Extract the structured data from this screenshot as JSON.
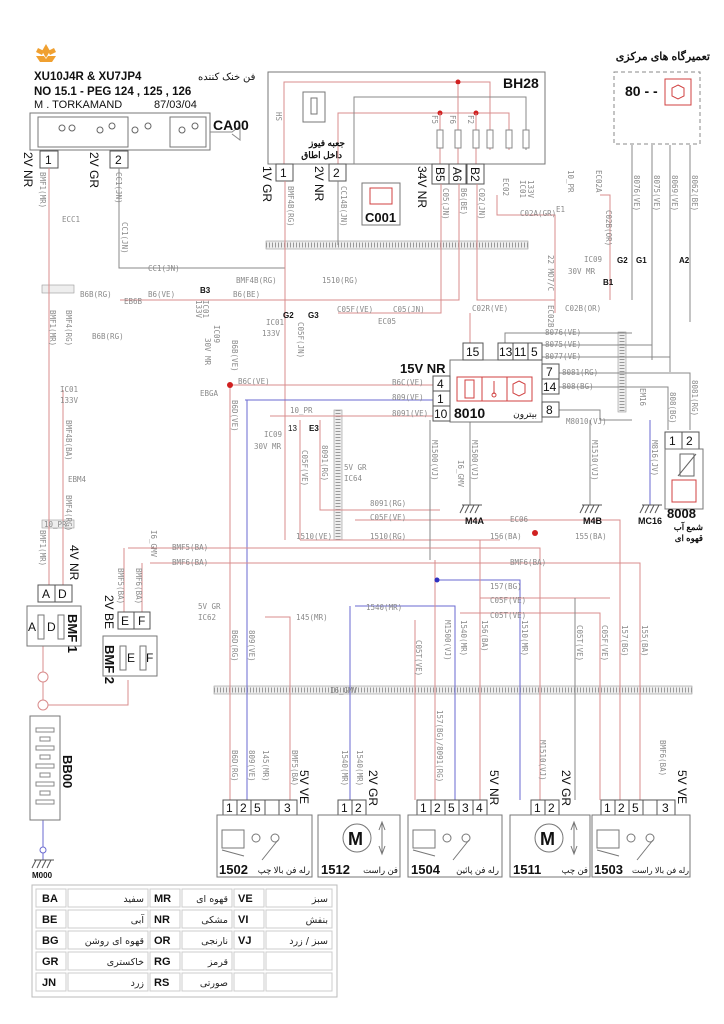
{
  "header": {
    "model": "XU10J4R & XU7JP4",
    "title_fa": "فن خنک کننده",
    "doc_line": "NO 15.1  -  PEG  124 , 125 , 126",
    "author": "M . TORKAMAND",
    "date": "87/03/04",
    "logo_color": "#f0a030"
  },
  "service": {
    "title_fa": "تعمیرگاه های مرکزی",
    "code": "80 - -"
  },
  "components": {
    "ca00": {
      "id": "CA00",
      "pin1": "1",
      "pin2": "2",
      "conn1": "2V NR",
      "conn2": "2V GR"
    },
    "bh28": {
      "id": "BH28",
      "label_fa_1": "جعبه فیوز",
      "label_fa_2": "داخل اطاق",
      "pin1": "1",
      "pin2": "2",
      "pinB5": "B5",
      "pinA6": "A6",
      "pinB2": "B2",
      "conn1": "1V GR",
      "conn2": "2V NR",
      "conn3": "34V NR",
      "fuse_f5": "F5",
      "fuse_f6": "F6",
      "fuse_f2": "F2",
      "hs": "HS"
    },
    "c001": {
      "id": "C001"
    },
    "u8010": {
      "id": "8010",
      "label_fa": "بیترون",
      "conn": "15V NR",
      "pins_left": [
        "4",
        "1",
        "10"
      ],
      "pins_top": [
        "15",
        "13",
        "11",
        "5"
      ],
      "pins_right": [
        "7",
        "14",
        "8"
      ]
    },
    "u8008": {
      "id": "8008",
      "label_fa_1": "شمع آب",
      "label_fa_2": "قهوه ای",
      "pin1": "1",
      "pin2": "2"
    },
    "bmf1": {
      "id": "BMF 1",
      "conn": "4V NR",
      "pinA": "A",
      "pinD": "D"
    },
    "bmf2": {
      "id": "BMF 2",
      "conn": "2V BE",
      "pinE": "E",
      "pinF": "F"
    },
    "bb00": {
      "id": "BB00"
    },
    "grounds": {
      "m000": "M000",
      "m4a": "M4A",
      "m4b": "M4B",
      "mc16": "MC16"
    },
    "r1502": {
      "id": "1502",
      "label_fa": "رله فن بالا چپ",
      "conn": "5V VE",
      "pins": [
        "1",
        "2",
        "5",
        "3"
      ]
    },
    "m1512": {
      "id": "1512",
      "label_fa": "فن راست",
      "conn": "2V GR",
      "pins": [
        "1",
        "2"
      ],
      "motor": "M"
    },
    "r1504": {
      "id": "1504",
      "label_fa": "رله فن پائین",
      "conn": "5V NR",
      "pins": [
        "1",
        "2",
        "5",
        "3",
        "4"
      ]
    },
    "m1511": {
      "id": "1511",
      "label_fa": "فن چپ",
      "conn": "2V GR",
      "pins": [
        "1",
        "2"
      ],
      "motor": "M"
    },
    "r1503": {
      "id": "1503",
      "label_fa": "رله فن بالا راست",
      "conn": "5V VE",
      "pins": [
        "1",
        "2",
        "5",
        "3"
      ]
    }
  },
  "wires": {
    "bmf1_mr_a": "BMF1(MR)",
    "cc1_jn_a": "CC1(JN)",
    "ecc1": "ECC1",
    "cc1_jn_b": "CC1(JN)",
    "bmf4b_rg_a": "BMF4B(RG)",
    "cc14b_jn": "CC14B(JN)",
    "c05_jn_a": "C05(JN)",
    "b6_be_a": "B6(BE)",
    "c02_jn": "C02(JN)",
    "ec02": "EC02",
    "ic01_a": "IC01",
    "v133_a": "133V",
    "c02a_gr": "C02A(GR)",
    "pr10_a": "10_PR",
    "ec02a": "EC02A",
    "w8076_a": "8076(VE)",
    "w8075_a": "8075(VE)",
    "w8069": "8069(VE)",
    "w8062": "8062(BE)",
    "ic09_a": "IC09",
    "v30mr_a": "30V MR",
    "g2": "G2",
    "g1": "G1",
    "a2": "A2",
    "b1": "B1",
    "e1": "E1",
    "c02b_or_a": "C02B(OR)",
    "c02r_ve": "C02R(VE)",
    "c02b_or_b": "C02B(OR)",
    "ec02b": "EC02B",
    "p2m07c_a": "22 MO7/C",
    "bmf4b_rg_b": "BMF4B(RG)",
    "w1510_rg_a": "1510(RG)",
    "b6_rg": "B6B(RG)",
    "b6_ve": "B6(VE)",
    "b6_be_b": "B6(BE)",
    "eb6b": "EB6B",
    "b3": "B3",
    "ic01_b": "IC01",
    "v133_b": "133V",
    "v30mr_b": "30V MR",
    "ic09_b": "IC09",
    "b6b_rg": "B6B(RG)",
    "ic01_c": "IC01",
    "v133_c": "133V",
    "g2b": "G2",
    "g3": "G3",
    "c05f_ve_a": "C05F(VE)",
    "c05_jn_b": "C05(JN)",
    "ec05": "EC05",
    "c05f_jn": "C05F(JN)",
    "b6b_ve": "B6B(VE)",
    "ebga": "EBGA",
    "b6c_ve_a": "B6C(VE)",
    "b6d_ve": "B6D(VE)",
    "w8076_b": "8076(VE)",
    "w8075_b": "8075(VE)",
    "w8077": "8077(VE)",
    "w8081_a": "8081(RG)",
    "w808_a": "808(BG)",
    "m8010": "M8010(VJ)",
    "b6c_ve_b": "B6C(VE)",
    "w809_ve_a": "809(VE)",
    "w8091_ve": "8091(VE)",
    "em16": "EM16",
    "w808_b": "808(BG)",
    "w8081_b": "8081(RG)",
    "pr10_b": "10_PR",
    "ic09_c": "IC09",
    "v30mr_c": "30V MR",
    "e3": "E3",
    "n13": "13",
    "c05f_ve_b": "C05F(VE)",
    "w8091_rg_a": "8091(RG)",
    "ic01_d": "IC01",
    "v133_d": "133V",
    "ebm4": "EBM4",
    "bmf4b_ba": "BMF4B(BA)",
    "bmf4_rg": "BMF4(RG)",
    "pr10_c": "10_PR",
    "ic64": "IC64",
    "v5gr_a": "5V GR",
    "m1500_a": "M1500(VJ)",
    "m1500_b": "M1500(VJ)",
    "m1510": "M1510(VJ)",
    "m816": "M816(JV)",
    "i6gmv_a": "I6_GMV",
    "w8091_rg_b": "8091(RG)",
    "c05f_ve_c": "C05F(VE)",
    "w1510_ve": "1510(VE)",
    "w1510_rg_b": "1510(RG)",
    "w156_ba": "156(BA)",
    "w155_ba": "155(BA)",
    "ec06": "EC06",
    "bmf5_ba_a": "BMF5(BA)",
    "bmf6_ba_a": "BMF6(BA)",
    "bmf6_ba_b": "BMF6(BA)",
    "w157_bg": "157(BG)",
    "c05f_ve_d": "C05F(VE)",
    "c05t_ve": "C05T(VE)",
    "w1540_mr": "1540(MR)",
    "w145_mr": "145(MR)",
    "ic62": "IC62",
    "v5gr_b": "5V GR",
    "bmf1_mr_b": "BMF1(MR)",
    "bmf4_rg_b": "BMF4(RG)",
    "bmf5_ba_b": "BMF5(BA)",
    "bmf6_ba_c": "BMF6(BA)",
    "i6gmv_b": "I6_GMV",
    "b6d_rg": "B6D(RG)",
    "w809_ve_b": "809(VE)",
    "w145_mr_b": "145(MR)",
    "bmf5_ba_c": "BMF5(BA)",
    "w1540_mr_b": "1540(MR)",
    "c05t_ve_b": "C05T(VE)",
    "w157_bg_b": "157(BG)/8091(RG)",
    "m1500_c": "M1500(VJ)",
    "w1540_mr_c": "1540(MR)",
    "w156_ba_b": "156(BA)",
    "w1510_mr": "1510(MR)",
    "m1510_b": "M1510(VJ)",
    "c05t_ve_c": "C05T(VE)",
    "c05f_ve_e": "C05F(VE)",
    "w157_bg_c": "157(BG)",
    "w155_ba_b": "155(BA)",
    "bmf6_ba_d": "BMF6(BA)",
    "i6gmv_c": "I6_GMV"
  },
  "legend": {
    "rows": [
      {
        "c1": "BA",
        "f1": "سفید",
        "c2": "MR",
        "f2": "قهوه ای",
        "c3": "VE",
        "f3": "سبز"
      },
      {
        "c1": "BE",
        "f1": "آبی",
        "c2": "NR",
        "f2": "مشکی",
        "c3": "VI",
        "f3": "بنفش"
      },
      {
        "c1": "BG",
        "f1": "قهوه ای روشن",
        "c2": "OR",
        "f2": "نارنجی",
        "c3": "VJ",
        "f3": "سبز / زرد"
      },
      {
        "c1": "GR",
        "f1": "خاکستری",
        "c2": "RG",
        "f2": "قرمز",
        "c3": "",
        "f3": ""
      },
      {
        "c1": "JN",
        "f1": "زرد",
        "c2": "RS",
        "f2": "صورتی",
        "c3": "",
        "f3": ""
      }
    ]
  },
  "colors": {
    "wire_red": "#d98c8c",
    "wire_grey": "#888888",
    "wire_blue": "#6a6ad0",
    "icon_red": "#d04040"
  }
}
